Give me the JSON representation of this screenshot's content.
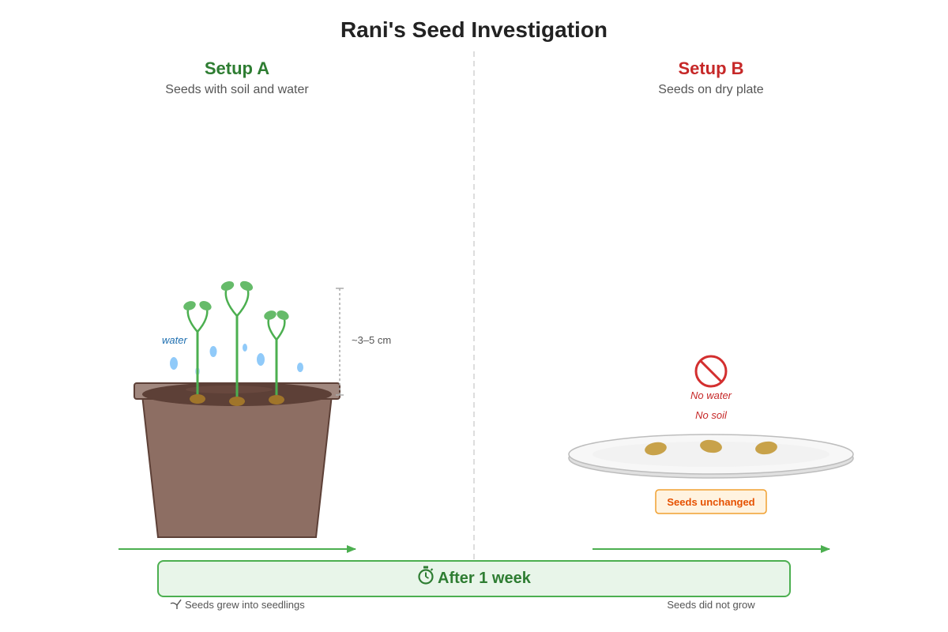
{
  "title": "Rani's Seed Investigation",
  "setup_a": {
    "title": "Setup A",
    "subtitle": "Seeds with soil and water",
    "water_label": "water",
    "height_label": "~3–5 cm",
    "result": "Seeds grew into seedlings",
    "color": "#2e7d32"
  },
  "setup_b": {
    "title": "Setup B",
    "subtitle": "Seeds on dry plate",
    "no_water": "No water",
    "no_soil": "No soil",
    "badge": "Seeds unchanged",
    "result": "Seeds did not grow",
    "color": "#c62828"
  },
  "timeline": {
    "label": "After 1 week",
    "icon": "stopwatch-icon"
  }
}
